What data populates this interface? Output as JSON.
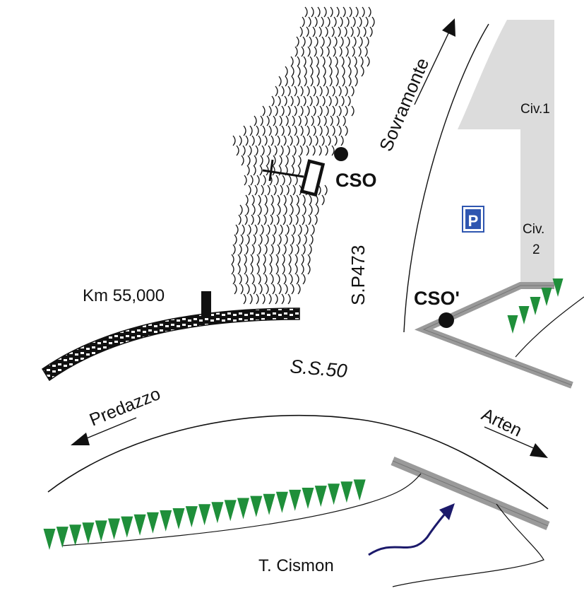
{
  "map": {
    "labels": {
      "sovramonte": "Sovramonte",
      "civ1": "Civ.1",
      "civ2_line1": "Civ.",
      "civ2_line2": "2",
      "parking": "P",
      "cso": "CSO",
      "cso_prime": "CSO'",
      "sp473": "S.P473",
      "km": "Km 55,000",
      "ss50": "S.S.50",
      "predazzo": "Predazzo",
      "arten": "Arten",
      "torrent": "T. Cismon"
    },
    "colors": {
      "building": "#dcdcdc",
      "road_stripe": "#9a9a9a",
      "vegetation": "#1f8f3a",
      "river_arrow": "#1c1a6b",
      "parking_bg": "#2f56b0",
      "ink": "#111111"
    },
    "icons": {
      "parking": "parking-sign-icon",
      "church": "church-cross-icon",
      "hatching": "scarp-hatching-icon"
    }
  }
}
